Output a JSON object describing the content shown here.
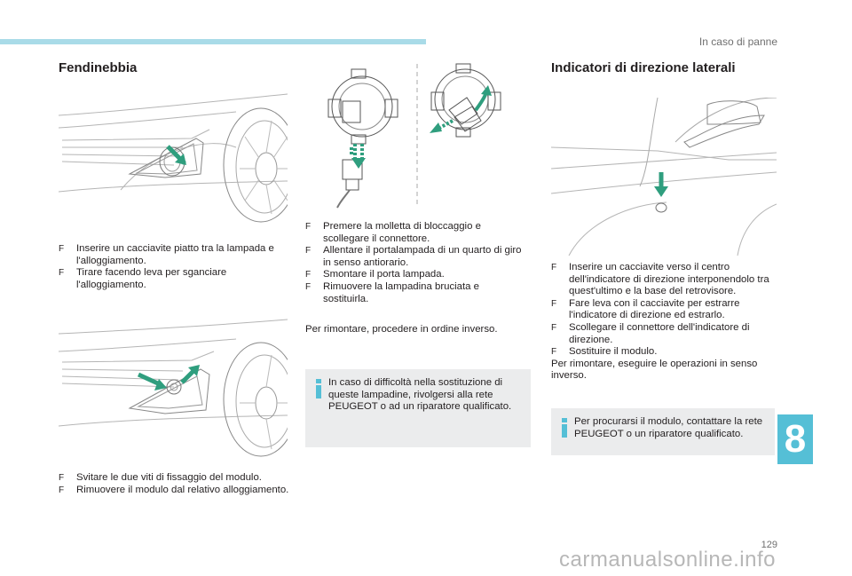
{
  "header": {
    "section": "In caso di panne"
  },
  "fendinebbia": {
    "title": "Fendinebbia",
    "steps1": [
      "Inserire un cacciavite piatto tra la lampada e l'alloggiamento.",
      "Tirare facendo leva per sganciare l'alloggiamento."
    ],
    "steps2": [
      "Svitare le due viti di fissaggio del modulo.",
      "Rimuovere il modulo dal relativo alloggiamento."
    ]
  },
  "middle": {
    "steps": [
      "Premere la molletta di bloccaggio e scollegare il connettore.",
      "Allentare il portalampada di un quarto di giro in senso antiorario.",
      "Smontare il porta lampada.",
      "Rimuovere la lampadina bruciata e sostituirla."
    ],
    "reassembly": "Per rimontare, procedere in ordine inverso.",
    "info": "In caso di difficoltà nella sostituzione di queste lampadine, rivolgersi alla rete PEUGEOT o ad un riparatore qualificato."
  },
  "indicatori": {
    "title": "Indicatori di direzione laterali",
    "steps": [
      "Inserire un cacciavite verso il centro dell'indicatore di direzione interponendolo tra quest'ultimo e la base del retrovisore.",
      "Fare leva con il cacciavite per estrarre l'indicatore di direzione ed estrarlo.",
      "Scollegare il connettore dell'indicatore di direzione.",
      "Sostituire il modulo."
    ],
    "reassembly": "Per rimontare, eseguire le operazioni in senso inverso.",
    "info": "Per procurarsi il modulo, contattare la rete PEUGEOT o un riparatore qualificato."
  },
  "bullet_glyph": "F",
  "chapter": "8",
  "page_number": "129",
  "watermark": "carmanualsonline.info",
  "colors": {
    "accent": "#55bfd6",
    "arrow": "#2f9e7e",
    "info_bg": "#ebeced",
    "top_bar": "#a9dbe8"
  }
}
